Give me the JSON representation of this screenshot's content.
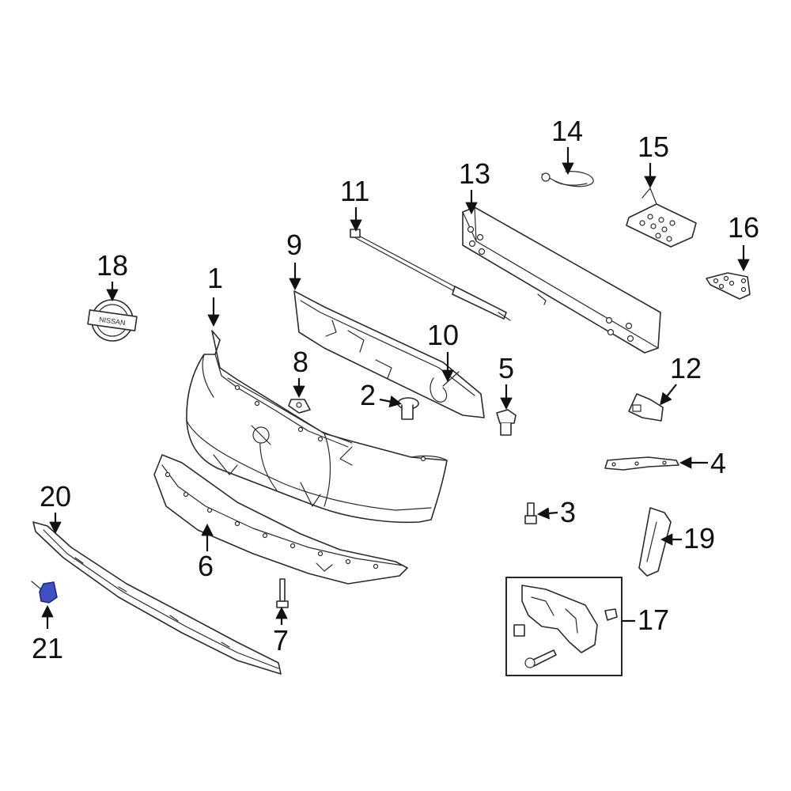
{
  "callouts": {
    "c1": "1",
    "c2": "2",
    "c3": "3",
    "c4": "4",
    "c5": "5",
    "c6": "6",
    "c7": "7",
    "c8": "8",
    "c9": "9",
    "c10": "10",
    "c11": "11",
    "c12": "12",
    "c13": "13",
    "c14": "14",
    "c15": "15",
    "c16": "16",
    "c17": "17",
    "c18": "18",
    "c19": "19",
    "c20": "20",
    "c21": "21"
  },
  "emblem_text": "NISSAN",
  "colors": {
    "highlight": "#3f51c4",
    "line": "#2a2a2a",
    "background": "#ffffff"
  }
}
